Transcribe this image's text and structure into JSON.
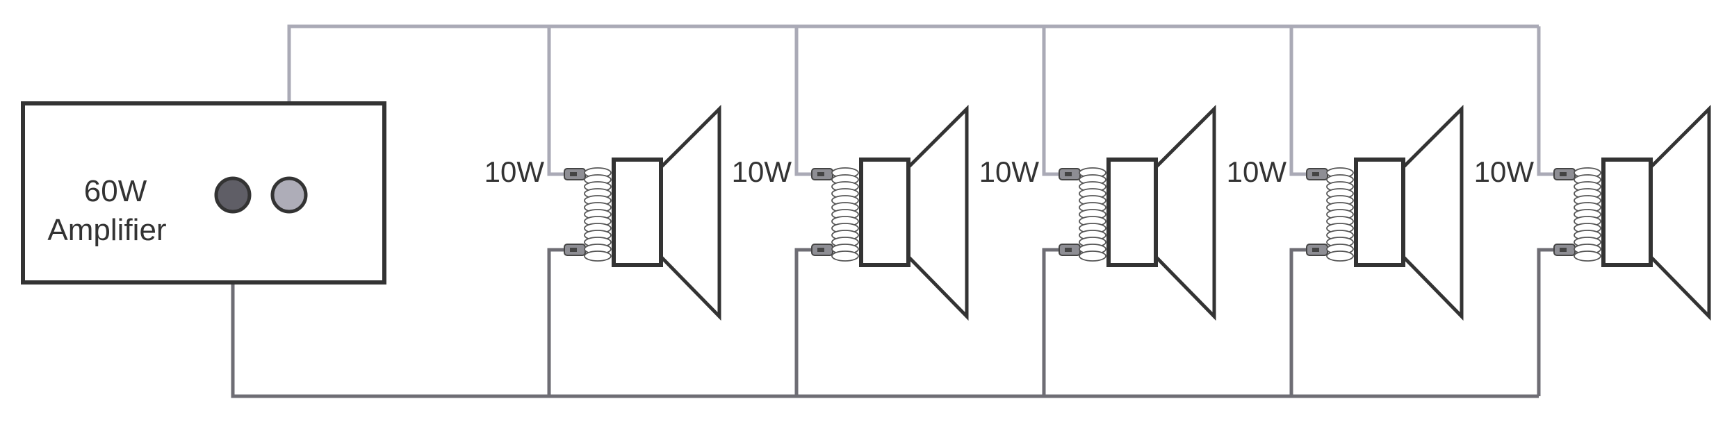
{
  "diagram": {
    "title": "Parallel speaker wiring",
    "amplifier": {
      "power": "60W",
      "name": "Amplifier"
    },
    "speakers": [
      {
        "power": "10W"
      },
      {
        "power": "10W"
      },
      {
        "power": "10W"
      },
      {
        "power": "10W"
      },
      {
        "power": "10W"
      }
    ]
  },
  "colors": {
    "outline": "#333333",
    "positive_wire": "#aaaab6",
    "negative_wire": "#6e6d74",
    "negative_terminal": "#5f5e66",
    "positive_terminal": "#aeadb8",
    "lug_fill": "#8e8e94",
    "lug_dark": "#444444"
  }
}
